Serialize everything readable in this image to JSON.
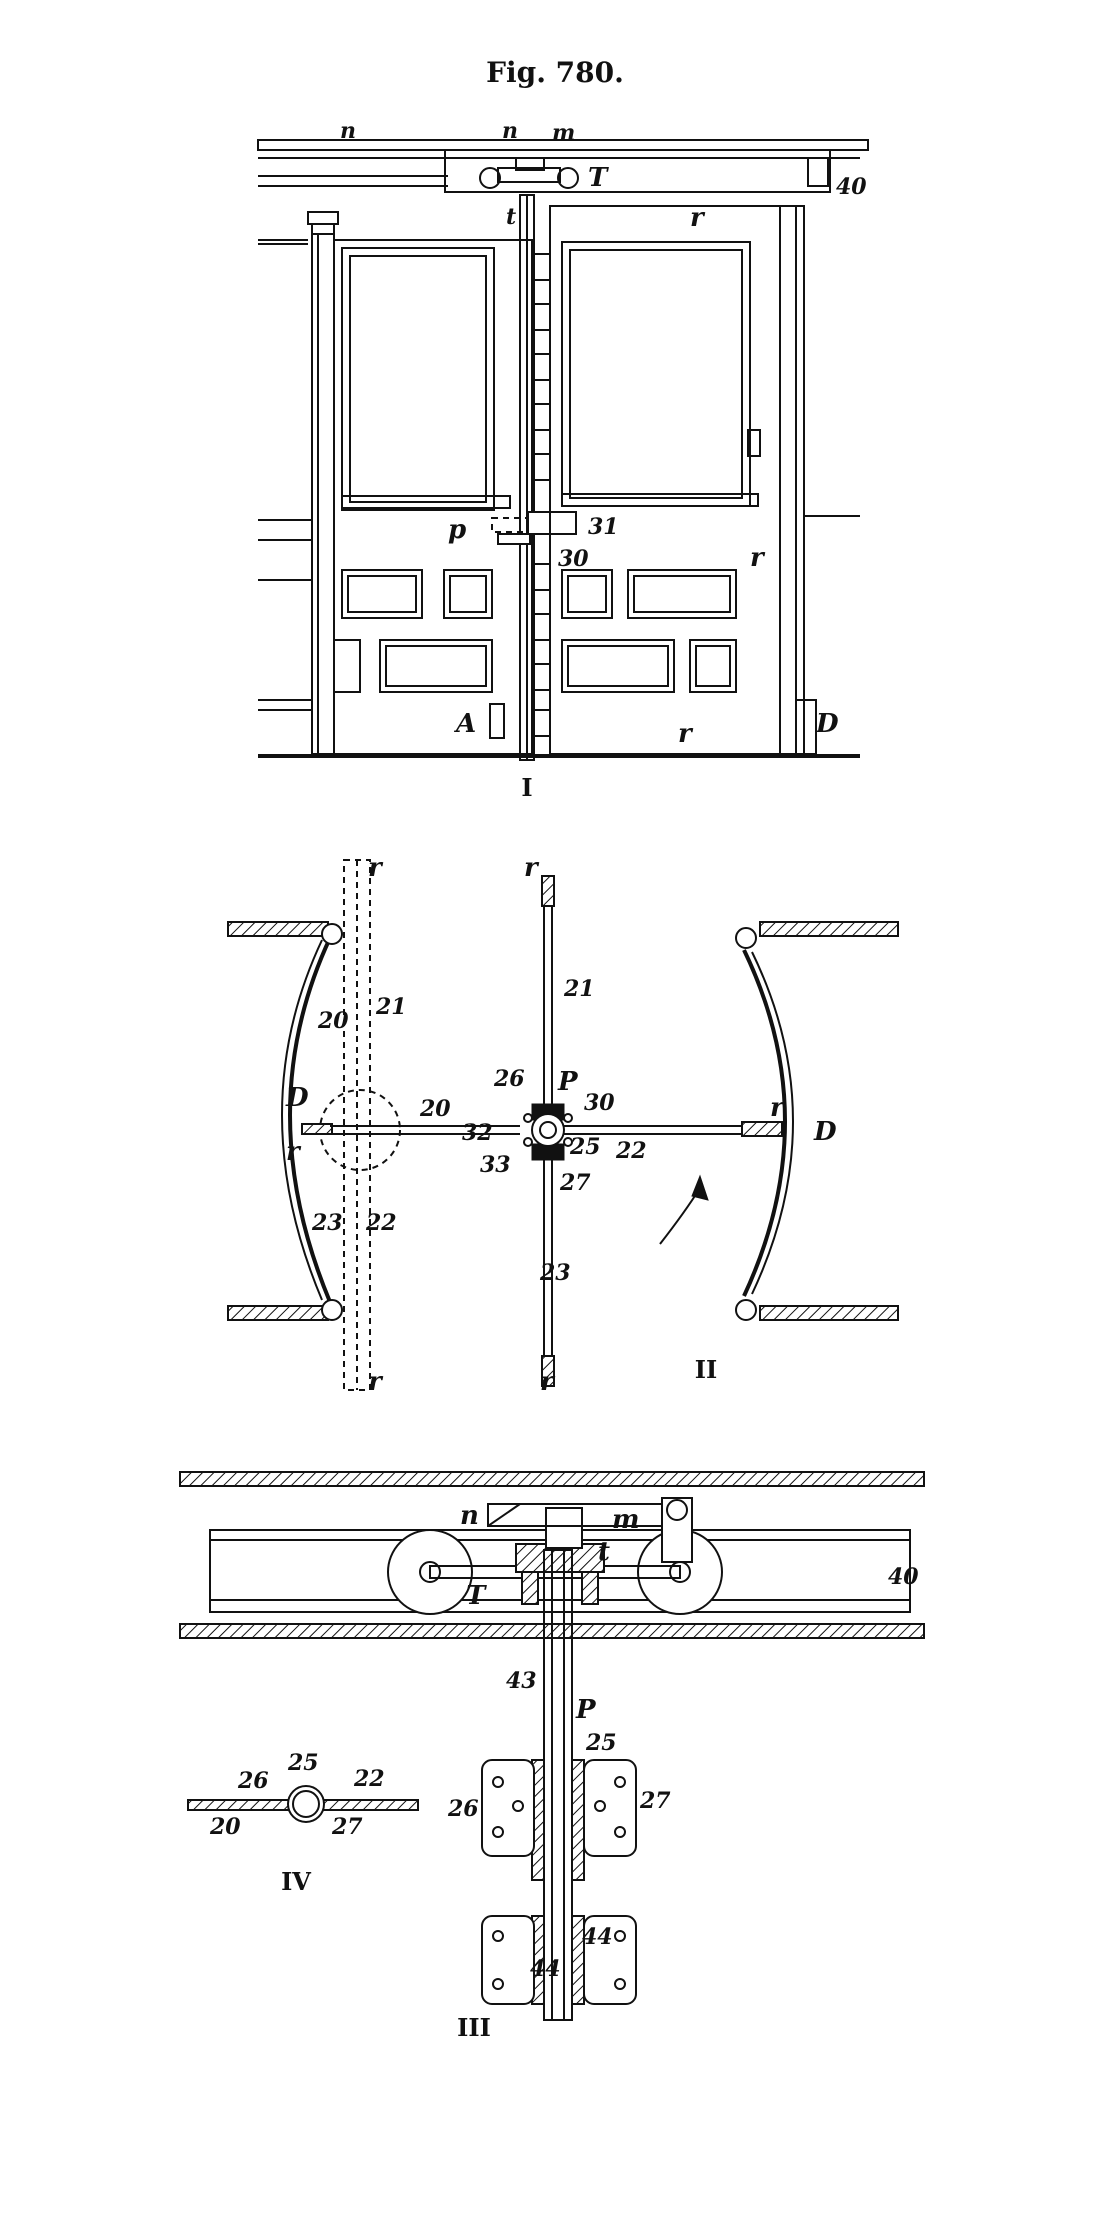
{
  "figure": {
    "title": "Fig. 780.",
    "panels": [
      {
        "numeral": "I"
      },
      {
        "numeral": "II"
      },
      {
        "numeral": "III"
      },
      {
        "numeral": "IV"
      }
    ]
  },
  "labels": {
    "p1": {
      "n_left": "n",
      "n_mid": "n",
      "m": "m",
      "T": "T",
      "t": "t",
      "r_top": "r",
      "n40": "40",
      "p": "p",
      "n31": "31",
      "n30": "30",
      "r_right": "r",
      "A": "A",
      "r_bottom": "r",
      "D": "D"
    },
    "p2": {
      "r_tl": "r",
      "r_top": "r",
      "n21_left": "21",
      "n21": "21",
      "n20_left": "20",
      "D_left": "D",
      "r_left": "r",
      "n20": "20",
      "n26": "26",
      "P": "P",
      "n32": "32",
      "n30": "30",
      "r_right": "r",
      "D_right": "D",
      "n25": "25",
      "n33": "33",
      "n22": "22",
      "n27": "27",
      "n23_left": "23",
      "n22_left": "22",
      "n23": "23",
      "r_bl": "r",
      "r_bottom": "r"
    },
    "p3": {
      "n": "n",
      "m": "m",
      "t": "t",
      "T": "T",
      "n40": "40",
      "n43": "43",
      "P": "P",
      "n25": "25",
      "n26": "26",
      "n27": "27",
      "n44a": "44",
      "n44b": "44"
    },
    "p4": {
      "n26": "26",
      "n25": "25",
      "n22": "22",
      "n20": "20",
      "n27": "27"
    }
  },
  "colors": {
    "ink": "#111111",
    "paper": "#ffffff"
  }
}
